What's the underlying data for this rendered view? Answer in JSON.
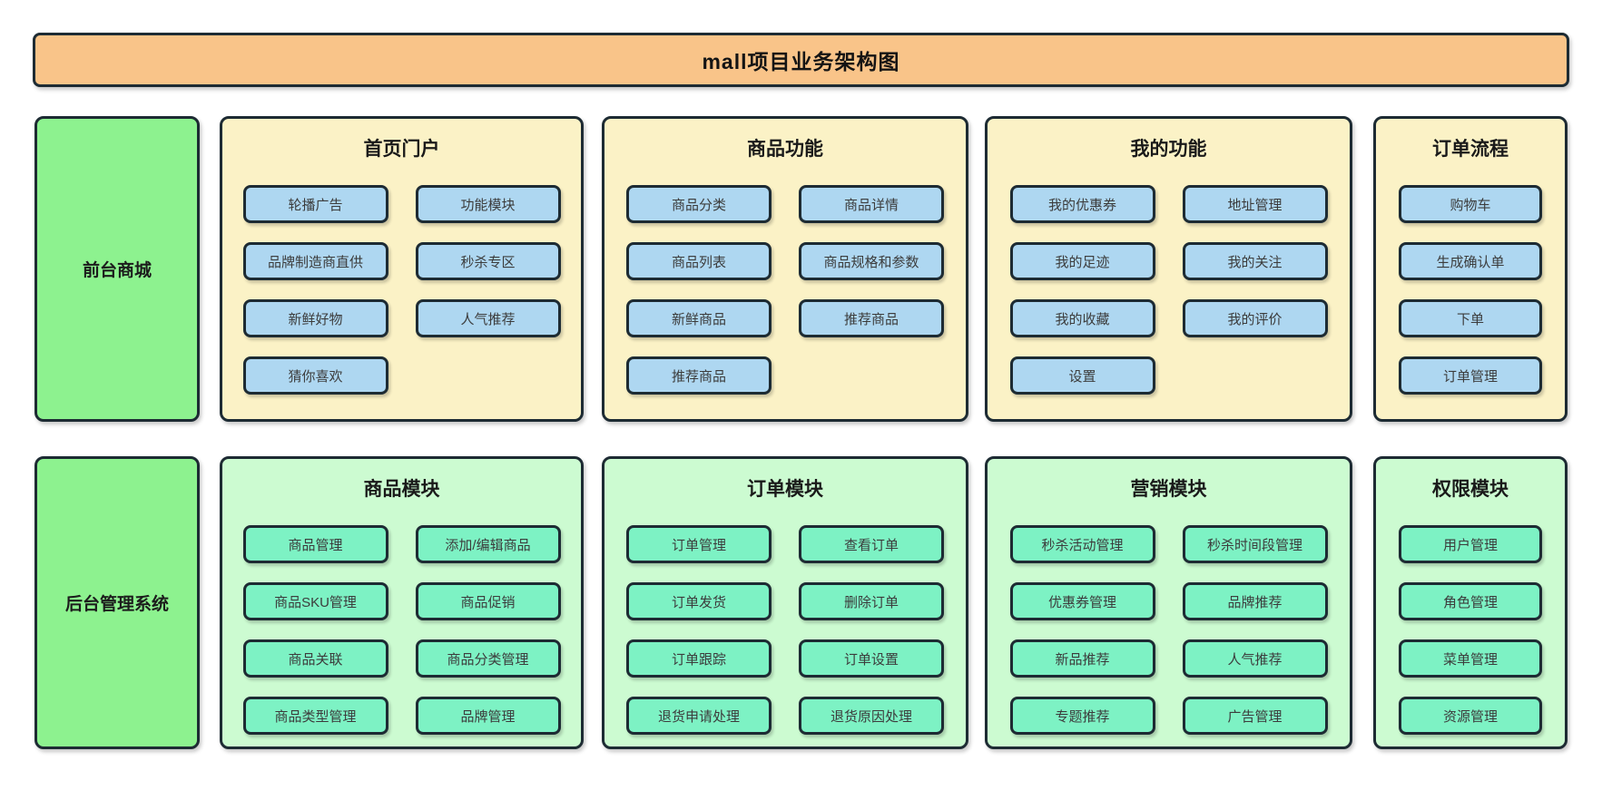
{
  "title": "mall项目业务架构图",
  "colors": {
    "banner": "#f9c489",
    "panel_yellow": "#fbf2c6",
    "panel_green": "#ccfbd1",
    "node_blue": "#aed7f1",
    "node_mint": "#7df2c4",
    "side": "#8df28f",
    "border": "#1d2b33"
  },
  "rows": [
    {
      "name": "frontend-mall",
      "side_label": "前台商城",
      "panels": [
        {
          "name": "home-portal",
          "title": "首页门户",
          "columns": 2,
          "buttons": [
            "轮播广告",
            "功能模块",
            "品牌制造商直供",
            "秒杀专区",
            "新鲜好物",
            "人气推荐",
            "猜你喜欢"
          ]
        },
        {
          "name": "product-features",
          "title": "商品功能",
          "columns": 2,
          "buttons": [
            "商品分类",
            "商品详情",
            "商品列表",
            "商品规格和参数",
            "新鲜商品",
            "推荐商品",
            "推荐商品"
          ]
        },
        {
          "name": "my-features",
          "title": "我的功能",
          "columns": 2,
          "buttons": [
            "我的优惠券",
            "地址管理",
            "我的足迹",
            "我的关注",
            "我的收藏",
            "我的评价",
            "设置"
          ]
        },
        {
          "name": "order-flow",
          "title": "订单流程",
          "columns": 1,
          "buttons": [
            "购物车",
            "生成确认单",
            "下单",
            "订单管理"
          ]
        }
      ]
    },
    {
      "name": "backend-admin",
      "side_label": "后台管理系统",
      "panels": [
        {
          "name": "product-module",
          "title": "商品模块",
          "columns": 2,
          "buttons": [
            "商品管理",
            "添加/编辑商品",
            "商品SKU管理",
            "商品促销",
            "商品关联",
            "商品分类管理",
            "商品类型管理",
            "品牌管理"
          ]
        },
        {
          "name": "order-module",
          "title": "订单模块",
          "columns": 2,
          "buttons": [
            "订单管理",
            "查看订单",
            "订单发货",
            "删除订单",
            "订单跟踪",
            "订单设置",
            "退货申请处理",
            "退货原因处理"
          ]
        },
        {
          "name": "marketing-module",
          "title": "营销模块",
          "columns": 2,
          "buttons": [
            "秒杀活动管理",
            "秒杀时间段管理",
            "优惠券管理",
            "品牌推荐",
            "新品推荐",
            "人气推荐",
            "专题推荐",
            "广告管理"
          ]
        },
        {
          "name": "permission-module",
          "title": "权限模块",
          "columns": 1,
          "buttons": [
            "用户管理",
            "角色管理",
            "菜单管理",
            "资源管理"
          ]
        }
      ]
    }
  ]
}
